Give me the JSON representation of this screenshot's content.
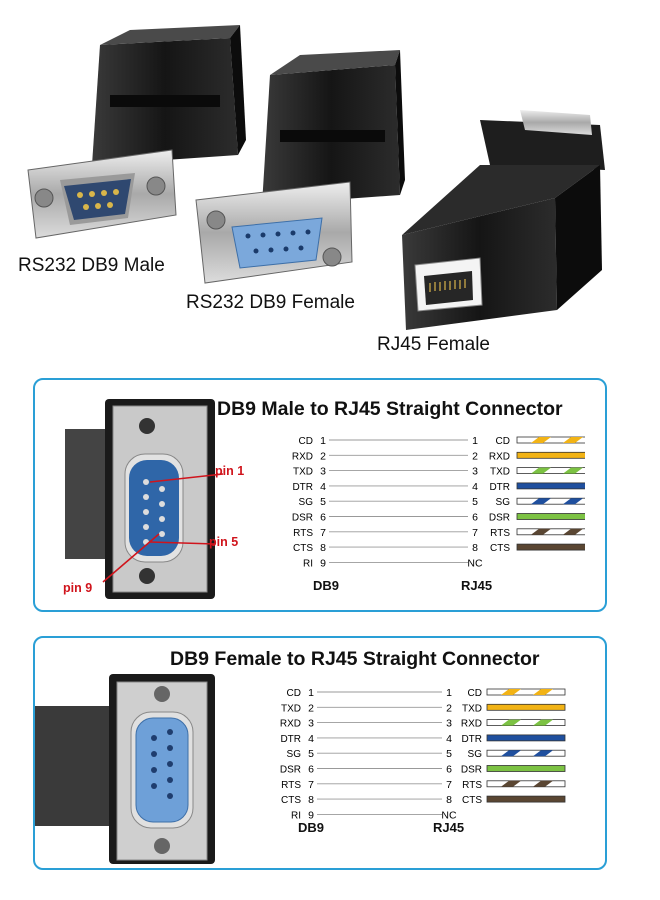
{
  "products": {
    "male_label": "RS232 DB9 Male",
    "female_label": "RS232 DB9 Female",
    "rj45_label": "RJ45 Female"
  },
  "male_panel": {
    "title": "DB9 Male to RJ45 Straight Connector",
    "pin_labels": [
      "pin 1",
      "pin 5",
      "pin 9"
    ],
    "db9_label": "DB9",
    "rj45_label": "RJ45"
  },
  "female_panel": {
    "title": "DB9 Female to RJ45 Straight Connector",
    "db9_label": "DB9",
    "rj45_label": "RJ45"
  },
  "wiring_male": [
    {
      "db9": "CD",
      "pin": "1",
      "rpin": "1",
      "rj": "CD",
      "wire": "white-orange"
    },
    {
      "db9": "RXD",
      "pin": "2",
      "rpin": "2",
      "rj": "RXD",
      "wire": "orange"
    },
    {
      "db9": "TXD",
      "pin": "3",
      "rpin": "3",
      "rj": "TXD",
      "wire": "white-green"
    },
    {
      "db9": "DTR",
      "pin": "4",
      "rpin": "4",
      "rj": "DTR",
      "wire": "blue"
    },
    {
      "db9": "SG",
      "pin": "5",
      "rpin": "5",
      "rj": "SG",
      "wire": "white-blue"
    },
    {
      "db9": "DSR",
      "pin": "6",
      "rpin": "6",
      "rj": "DSR",
      "wire": "green"
    },
    {
      "db9": "RTS",
      "pin": "7",
      "rpin": "7",
      "rj": "RTS",
      "wire": "white-brown"
    },
    {
      "db9": "CTS",
      "pin": "8",
      "rpin": "8",
      "rj": "CTS",
      "wire": "brown"
    },
    {
      "db9": "RI",
      "pin": "9",
      "rpin": "NC",
      "rj": "",
      "wire": ""
    }
  ],
  "wiring_female": [
    {
      "db9": "CD",
      "pin": "1",
      "rpin": "1",
      "rj": "CD",
      "wire": "white-orange"
    },
    {
      "db9": "TXD",
      "pin": "2",
      "rpin": "2",
      "rj": "TXD",
      "wire": "orange"
    },
    {
      "db9": "RXD",
      "pin": "3",
      "rpin": "3",
      "rj": "RXD",
      "wire": "white-green"
    },
    {
      "db9": "DTR",
      "pin": "4",
      "rpin": "4",
      "rj": "DTR",
      "wire": "blue"
    },
    {
      "db9": "SG",
      "pin": "5",
      "rpin": "5",
      "rj": "SG",
      "wire": "white-blue"
    },
    {
      "db9": "DSR",
      "pin": "6",
      "rpin": "6",
      "rj": "DSR",
      "wire": "green"
    },
    {
      "db9": "RTS",
      "pin": "7",
      "rpin": "7",
      "rj": "RTS",
      "wire": "white-brown"
    },
    {
      "db9": "CTS",
      "pin": "8",
      "rpin": "8",
      "rj": "CTS",
      "wire": "brown"
    },
    {
      "db9": "RI",
      "pin": "9",
      "rpin": "NC",
      "rj": "",
      "wire": ""
    }
  ],
  "colors": {
    "panel_border": "#2a9fd6",
    "pin_note": "#d0141c",
    "orange": "#f2b315",
    "green": "#7cc243",
    "blue": "#1f4f9e",
    "brown": "#5a4632",
    "db9_blue": "#5a8fd0"
  }
}
